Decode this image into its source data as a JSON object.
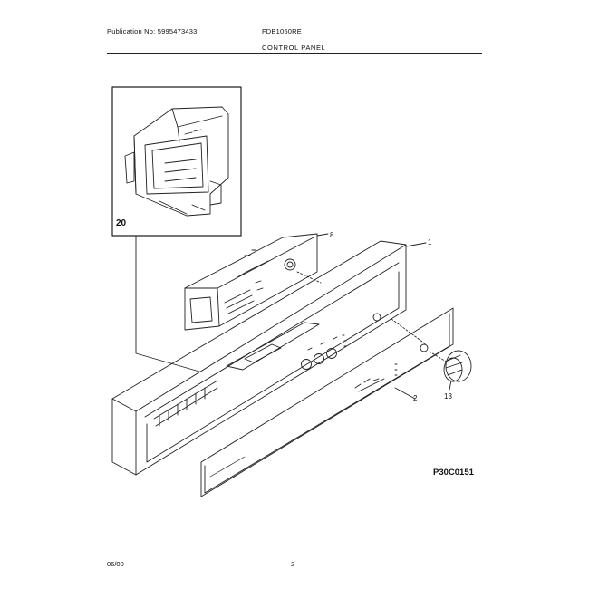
{
  "header": {
    "publication": "Publication No: 5995473433",
    "model": "FDB1050RE",
    "section": "CONTROL PANEL"
  },
  "callouts": {
    "inset": "20",
    "control_board": "8",
    "panel": "1",
    "overlay": "2",
    "knob": "13"
  },
  "drawing_id": "P30C0151",
  "footer": {
    "date": "06/00",
    "page": "2"
  }
}
